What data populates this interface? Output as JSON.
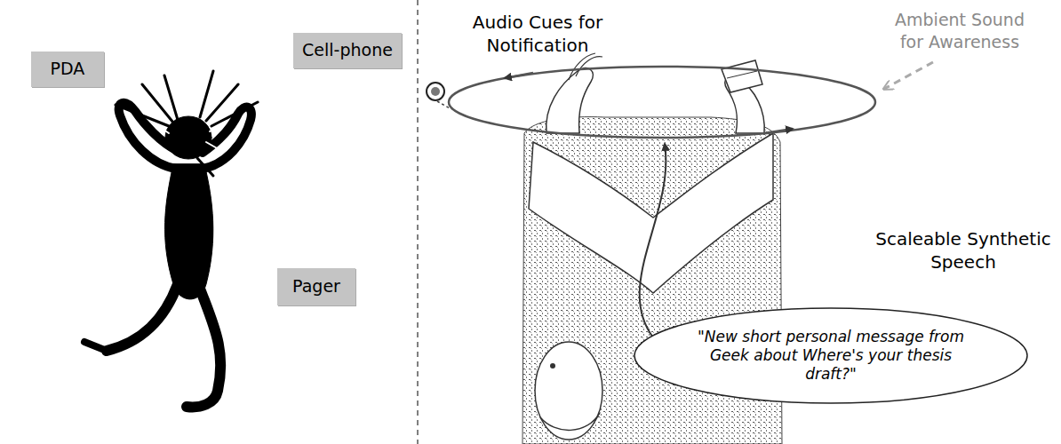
{
  "diagram": {
    "nodes": [
      {
        "text": [
          "PDA"
        ]
      },
      {
        "text": [
          "Cell-phone"
        ]
      },
      {
        "text": [
          "Pager"
        ]
      },
      {
        "text": [
          "\"New short personal message from Geek about Where's your thesis draft?\""
        ]
      }
    ],
    "labels": [
      "Audio Cues for Notification",
      "Ambient Sound for Awareness",
      "Scaleable Synthetic Speech"
    ]
  }
}
